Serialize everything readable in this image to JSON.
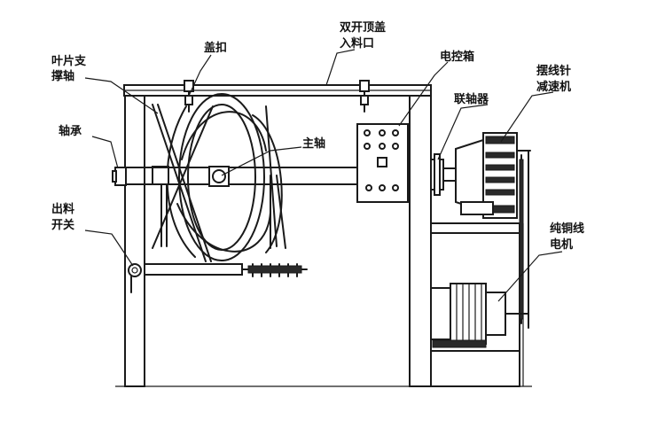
{
  "labels": {
    "blade_support_line1": "叶片支",
    "blade_support_line2": "撑轴",
    "lid_clasp": "盖扣",
    "top_inlet_line1": "双开顶盖",
    "top_inlet_line2": "入料口",
    "control_box": "电控箱",
    "bearing": "轴承",
    "main_shaft": "主轴",
    "coupling": "联轴器",
    "reducer_line1": "摆线针",
    "reducer_line2": "减速机",
    "outlet_switch_line1": "出料",
    "outlet_switch_line2": "开关",
    "motor_line1": "纯铜线",
    "motor_line2": "电机"
  }
}
